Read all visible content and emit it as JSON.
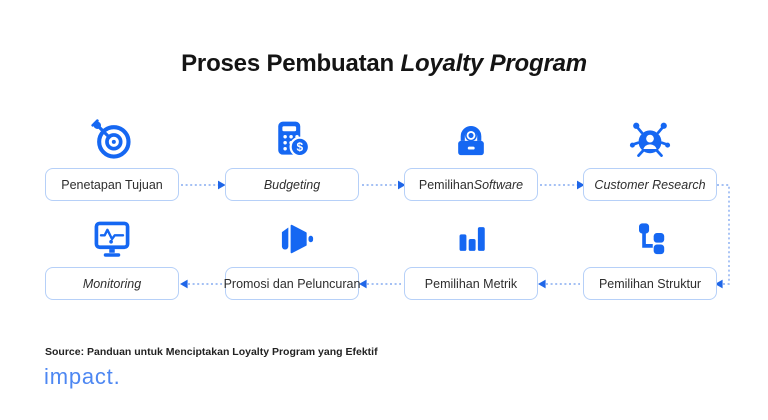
{
  "title": {
    "regular": "Proses Pembuatan ",
    "italic": "Loyalty Program"
  },
  "steps": [
    {
      "order": 1,
      "icon": "target-dart-icon",
      "label_regular": "Penetapan Tujuan",
      "label_italic": ""
    },
    {
      "order": 2,
      "icon": "calculator-dollar-icon",
      "label_regular": "",
      "label_italic": "Budgeting"
    },
    {
      "order": 3,
      "icon": "lock-icon",
      "label_regular": "Pemilihan ",
      "label_italic": "Software"
    },
    {
      "order": 4,
      "icon": "customer-network-icon",
      "label_regular": "",
      "label_italic": "Customer Research"
    },
    {
      "order": 5,
      "icon": "structure-tree-icon",
      "label_regular": "Pemilihan Struktur",
      "label_italic": ""
    },
    {
      "order": 6,
      "icon": "bar-chart-icon",
      "label_regular": "Pemilihan Metrik",
      "label_italic": ""
    },
    {
      "order": 7,
      "icon": "megaphone-icon",
      "label_regular": "Promosi dan Peluncuran",
      "label_italic": ""
    },
    {
      "order": 8,
      "icon": "monitor-pulse-icon",
      "label_regular": "",
      "label_italic": "Monitoring"
    }
  ],
  "flow": "Row 1 left-to-right, wraps down on right side, Row 2 right-to-left",
  "footer": {
    "source": "Source: Panduan untuk Menciptakan Loyalty Program yang Efektif",
    "logo": "impact."
  },
  "colors": {
    "icon_blue": "#1567f2",
    "box_border": "#b6d0f8",
    "connector_dotted": "#85acf1",
    "arrowhead": "#1f66e8",
    "logo_blue": "#4d87f2",
    "title_text": "#141414",
    "box_text": "#2e2e2e"
  }
}
